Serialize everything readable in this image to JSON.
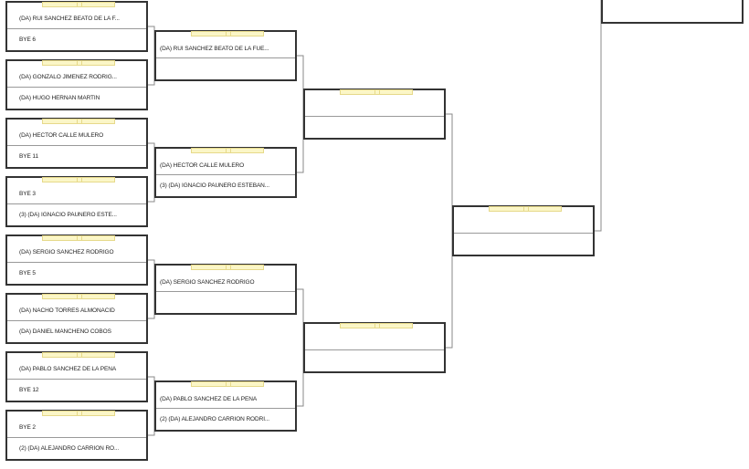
{
  "round1": [
    {
      "top": "(DA) RUI SANCHEZ BEATO DE LA F...",
      "bottom": "BYE 6"
    },
    {
      "top": "(DA) GONZALO JIMENEZ RODRIG...",
      "bottom": "(DA) HUGO HERNAN MARTIN"
    },
    {
      "top": "(DA) HECTOR CALLE MULERO",
      "bottom": "BYE 11"
    },
    {
      "top": "BYE 3",
      "bottom": "(3) (DA) IGNACIO PAUNERO ESTE..."
    },
    {
      "top": "(DA) SERGIO SANCHEZ RODRIGO",
      "bottom": "BYE 5"
    },
    {
      "top": "(DA) NACHO TORRES ALMONACID",
      "bottom": "(DA) DANIEL MANCHEÑO COBOS"
    },
    {
      "top": "(DA) PABLO SANCHEZ DE LA PEÑA",
      "bottom": "BYE 12"
    },
    {
      "top": "BYE 2",
      "bottom": "(2) (DA) ALEJANDRO CARRIÓN RO..."
    }
  ],
  "round2": [
    {
      "top": "(DA) RUI SANCHEZ BEATO DE LA FUE...",
      "bottom": ""
    },
    {
      "top": "(DA) HECTOR CALLE MULERO",
      "bottom": "(3) (DA) IGNACIO PAUNERO ESTEBAN..."
    },
    {
      "top": "(DA) SERGIO SANCHEZ RODRIGO",
      "bottom": ""
    },
    {
      "top": "(DA) PABLO SANCHEZ DE LA PEÑA",
      "bottom": "(2) (DA) ALEJANDRO CARRIÓN RODRI..."
    }
  ],
  "round3": [
    {
      "top": "",
      "bottom": ""
    },
    {
      "top": "",
      "bottom": ""
    }
  ],
  "round4": [
    {
      "top": "",
      "bottom": ""
    }
  ],
  "final": {
    "top": "",
    "bottom": ""
  }
}
